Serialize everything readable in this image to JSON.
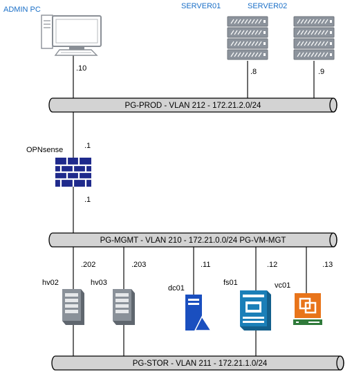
{
  "colors": {
    "bus_fill": "#d3d3d3",
    "line": "#3a3a3a",
    "firewall": "#1f2a8c",
    "label_blue": "#1a6fc7",
    "server_gray": "#7f8791",
    "dc_blue": "#1a4fbf",
    "fs_blue": "#1b7fb8",
    "vc_orange": "#e8741a",
    "vc_green": "#2f7a3a"
  },
  "buses": {
    "prod": {
      "label": "PG-PROD - VLAN 212 - 172.21.2.0/24"
    },
    "mgmt": {
      "label": "PG-MGMT - VLAN 210 - 172.21.0.0/24 PG-VM-MGT"
    },
    "stor": {
      "label": "PG-STOR - VLAN 211 - 172.21.1.0/24"
    }
  },
  "nodes": {
    "admin_pc": {
      "name": "ADMIN PC",
      "ip": ".10",
      "icon": "desktop-pc-icon"
    },
    "server01": {
      "name": "SERVER01",
      "ip": ".8",
      "icon": "rack-server-icon"
    },
    "server02": {
      "name": "SERVER02",
      "ip": ".9",
      "icon": "rack-server-icon"
    },
    "opnsense": {
      "name": "OPNsense",
      "ip_top": ".1",
      "ip_bottom": ".1",
      "icon": "firewall-icon"
    },
    "hv02": {
      "name": "hv02",
      "ip": ".202",
      "icon": "tower-server-icon"
    },
    "hv03": {
      "name": "hv03",
      "ip": ".203",
      "icon": "tower-server-icon"
    },
    "dc01": {
      "name": "dc01",
      "ip": ".11",
      "icon": "domain-controller-icon"
    },
    "fs01": {
      "name": "fs01",
      "ip": ".12",
      "icon": "file-server-icon"
    },
    "vc01": {
      "name": "vc01",
      "ip": ".13",
      "icon": "vcenter-appliance-icon"
    }
  }
}
